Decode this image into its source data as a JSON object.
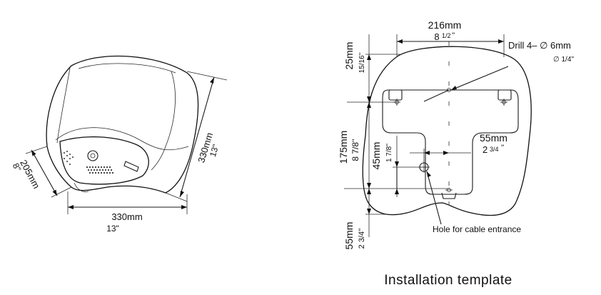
{
  "left_view": {
    "width_mm": "330mm",
    "width_in": "13\"",
    "depth_mm": "205mm",
    "depth_in": "8\"",
    "height_mm": "330mm",
    "height_in": "13\""
  },
  "template": {
    "top_mm": "216mm",
    "top_in_whole": "8",
    "top_in_frac": "1/2",
    "top_in_mark": "''",
    "drill_label": "Drill 4– ∅ 6mm",
    "drill_in": "∅ 1/4''",
    "dim_25mm": "25mm",
    "dim_15_16": "15/16''",
    "dim_175mm": "175mm",
    "dim_8_7_8": "8 7/8''",
    "dim_45mm": "45mm",
    "dim_1_7_8": "1 7/8''",
    "dim_55mm_right": "55mm",
    "dim_2_3_4_right_whole": "2",
    "dim_2_3_4_right_frac": "3/4",
    "dim_2_3_4_right_mark": "''",
    "dim_55mm_bottom": "55mm",
    "dim_2_3_4_bottom": "2 3/4''",
    "hole_label": "Hole for cable entrance"
  },
  "caption": "Installation template"
}
